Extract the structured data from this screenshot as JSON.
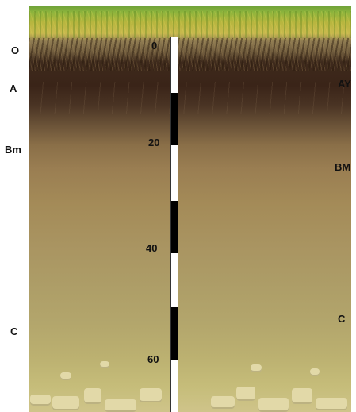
{
  "figure": {
    "left_horizons": [
      {
        "id": "O",
        "label": "O"
      },
      {
        "id": "A",
        "label": "A"
      },
      {
        "id": "Bm",
        "label": "Bm"
      },
      {
        "id": "C",
        "label": "C"
      }
    ],
    "right_horizons": [
      {
        "id": "AY",
        "label": "AY"
      },
      {
        "id": "BM",
        "label": "BM"
      },
      {
        "id": "C",
        "label": "C"
      }
    ],
    "depth_scale": {
      "ticks": [
        "0",
        "20",
        "40",
        "60"
      ]
    }
  }
}
